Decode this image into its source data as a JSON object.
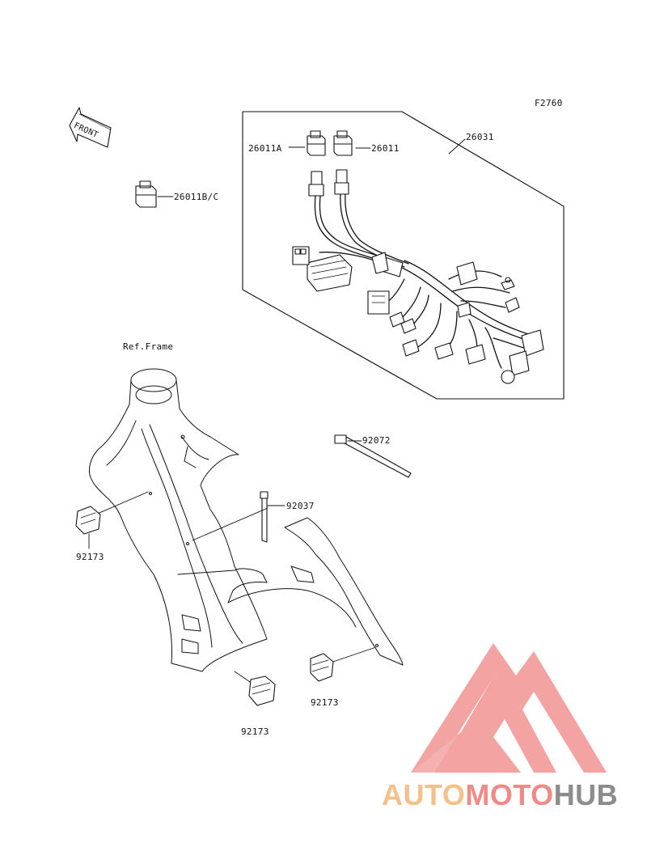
{
  "figure_code": "F2760",
  "front_label": "FRONT",
  "ref_frame": "Ref.Frame",
  "parts": {
    "p26011A": "26011A",
    "p26011": "26011",
    "p26031": "26031",
    "p26011BC": "26011B/C",
    "p92072": "92072",
    "p92037": "92037",
    "p92173_a": "92173",
    "p92173_b": "92173",
    "p92173_c": "92173"
  },
  "watermark": {
    "auto": "AUTO",
    "moto": "MOTO",
    "hub": "HUB",
    "colors": {
      "auto": "#f5c08a",
      "moto": "#f08a86",
      "hub": "#8c8c8c",
      "logo": "#f29a98"
    }
  }
}
